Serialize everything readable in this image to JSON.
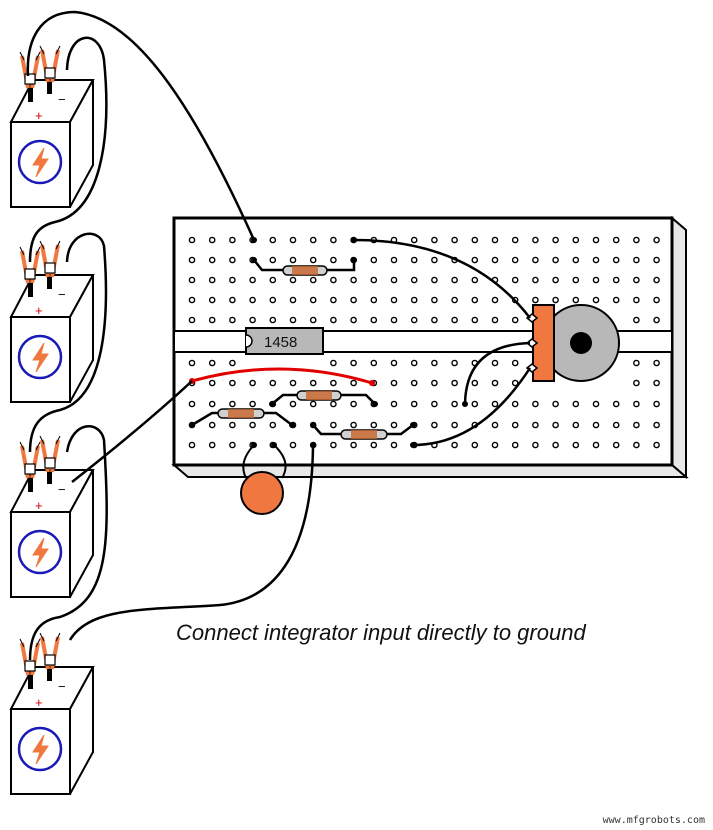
{
  "ic": {
    "label": "1458"
  },
  "caption": "Connect integrator input directly to ground",
  "watermark": "www.mfgrobots.com",
  "battery": {
    "plus": "+",
    "minus": "−"
  },
  "colors": {
    "board": "#ffffff",
    "board_side": "#e8e8e8",
    "outline": "#000000",
    "clip": "#f07840",
    "bolt": "#f07840",
    "bolt_ring": "#1a1ab8",
    "jumper": "#e00000",
    "ic_body": "#b8b8b8",
    "pot": "#b8b8b8",
    "pot_body": "#f07840",
    "capacitor": "#f07840",
    "resistor_body": "#d0d0d0",
    "resistor_band": "#c86428"
  },
  "components": [
    "breadboard",
    "op-amp-ic",
    "potentiometer",
    "capacitor",
    "resistor",
    "resistor",
    "resistor",
    "jumper-wire",
    "battery",
    "battery",
    "battery",
    "battery"
  ]
}
